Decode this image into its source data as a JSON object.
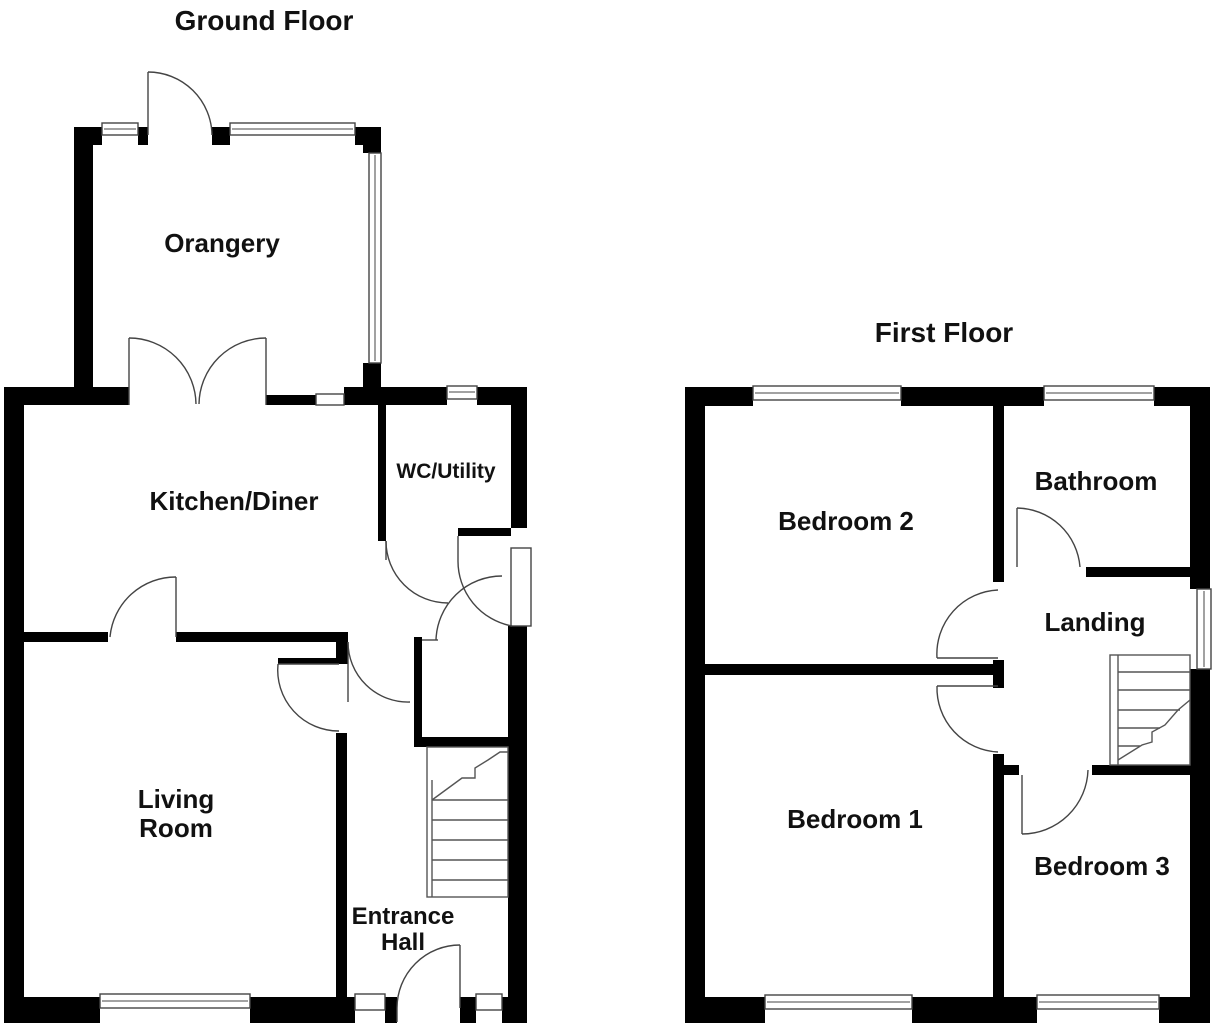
{
  "floors": {
    "ground": {
      "title": "Ground Floor",
      "rooms": {
        "orangery": "Orangery",
        "kitchen": "Kitchen/Diner",
        "wc": "WC/Utility",
        "living_1": "Living",
        "living_2": "Room",
        "hall_1": "Entrance",
        "hall_2": "Hall"
      }
    },
    "first": {
      "title": "First Floor",
      "rooms": {
        "bedroom2": "Bedroom 2",
        "bathroom": "Bathroom",
        "landing": "Landing",
        "bedroom1": "Bedroom 1",
        "bedroom3": "Bedroom 3"
      }
    }
  }
}
